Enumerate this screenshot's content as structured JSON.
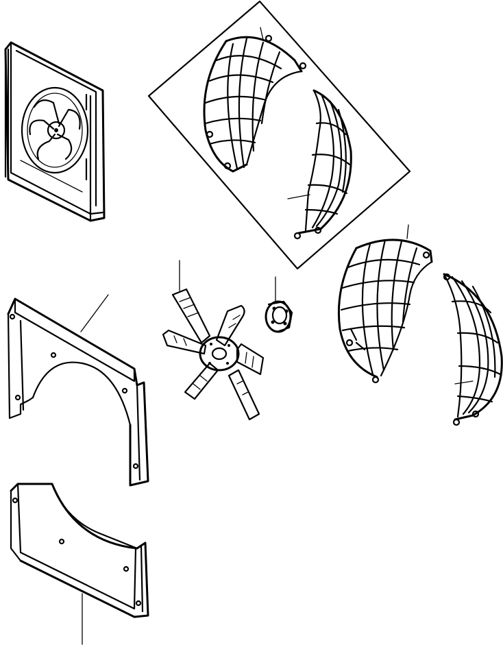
{
  "diagram": {
    "background": "#ffffff",
    "ink": "#000000",
    "parts": [
      {
        "name": "fan-shroud-assembly",
        "callout": false
      },
      {
        "name": "fan-guard-kit-box",
        "callout": false
      },
      {
        "name": "fan-guard-upper-half",
        "callout": true
      },
      {
        "name": "fan-guard-lower-half",
        "callout": true
      },
      {
        "name": "fan-guard-upper-half-loose",
        "callout": true
      },
      {
        "name": "fan-guard-lower-half-loose",
        "callout": true
      },
      {
        "name": "upper-shroud-panel",
        "callout": true
      },
      {
        "name": "fan-blade",
        "callout": true
      },
      {
        "name": "fan-spacer-hub",
        "callout": true
      },
      {
        "name": "lower-shroud-panel",
        "callout": true
      }
    ]
  }
}
